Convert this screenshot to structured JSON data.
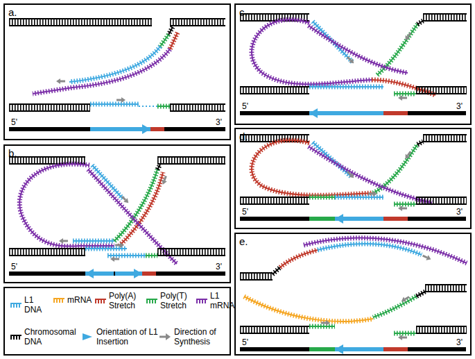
{
  "diagram": {
    "nodes": [
      {
        "text": [
          "a."
        ]
      },
      {
        "text": [
          "b."
        ]
      },
      {
        "text": [
          "c."
        ]
      },
      {
        "text": [
          "d."
        ]
      },
      {
        "text": [
          "e."
        ]
      }
    ],
    "edges": [],
    "labels": [
      "5'",
      "3'",
      "5'",
      "3'",
      "5'",
      "3'",
      "5'",
      "3'",
      "5'",
      "3'"
    ],
    "legend": [
      {
        "text": "L1 DNA",
        "color": "#3fa9e0"
      },
      {
        "text": "mRNA",
        "color": "#f5a623"
      },
      {
        "text": "Poly(A) Stretch",
        "color": "#c0392b"
      },
      {
        "text": "Poly(T) Stretch",
        "color": "#27a84a"
      },
      {
        "text": "L1 mRNA",
        "color": "#7b2fa8"
      },
      {
        "text": "Chromosomal DNA",
        "color": "#000000"
      },
      {
        "text": "Orientation of L1 Insertion"
      },
      {
        "text": "Direction of Synthesis"
      }
    ]
  }
}
